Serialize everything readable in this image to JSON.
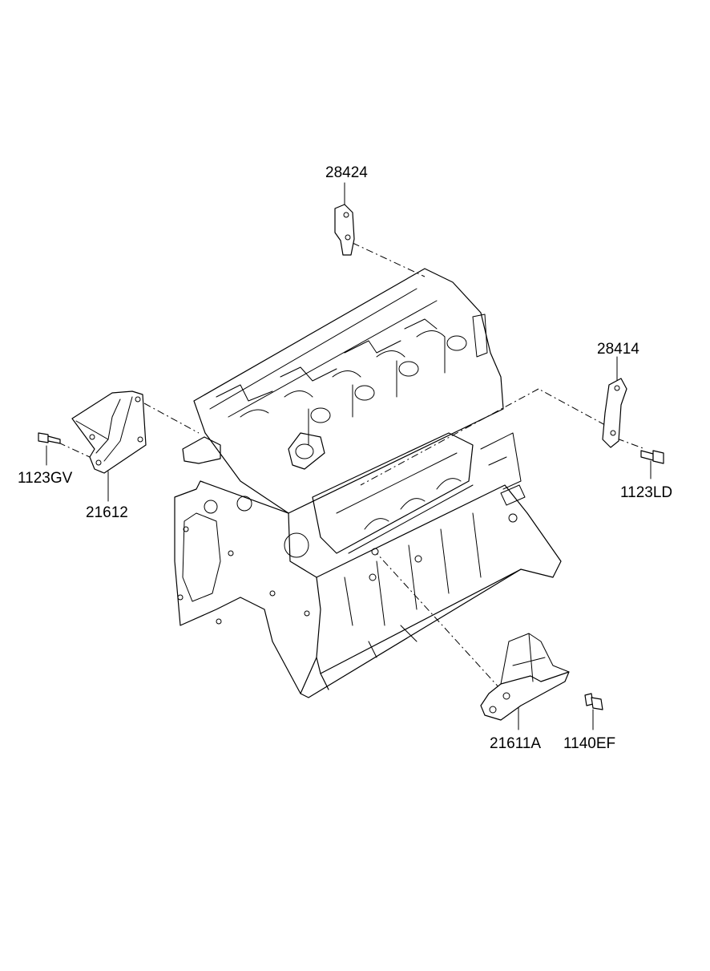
{
  "parts": {
    "p28424": "28424",
    "p28414": "28414",
    "p1123GV": "1123GV",
    "p21612": "21612",
    "p1123LD": "1123LD",
    "p21611A": "21611A",
    "p1140EF": "1140EF"
  }
}
